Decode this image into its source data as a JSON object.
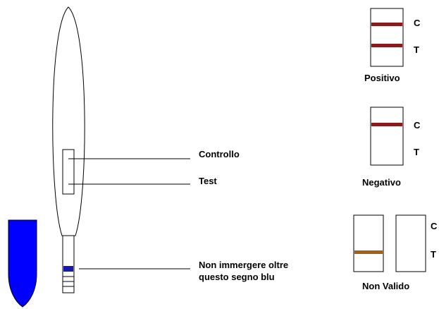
{
  "labels": {
    "controllo": "Controllo",
    "test": "Test",
    "dip_warning_line1": "Non immergere oltre",
    "dip_warning_line2": "questo segno blu"
  },
  "results": {
    "positive": {
      "caption": "Positivo",
      "c_mark": "C",
      "t_mark": "T"
    },
    "negative": {
      "caption": "Negativo",
      "c_mark": "C",
      "t_mark": "T"
    },
    "invalid": {
      "caption": "Non Valido",
      "c_mark": "C",
      "t_mark": "T"
    }
  },
  "colors": {
    "line_red": "#8b1a1a",
    "line_brown": "#9c6418",
    "dip_blue": "#1a1aa8",
    "tube_blue": "#0000ff",
    "outline": "#000000"
  }
}
